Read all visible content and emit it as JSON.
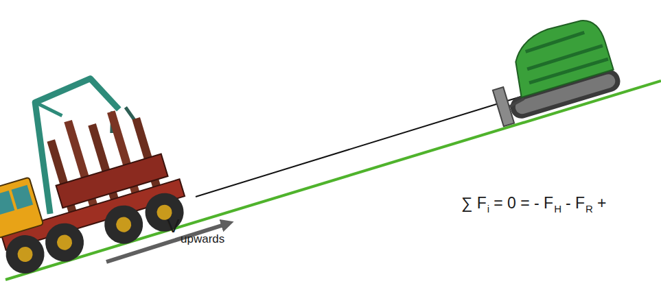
{
  "diagram": {
    "labels": [
      "V",
      "upwards",
      "∑ F",
      "i",
      "= 0 = - F",
      "H",
      "- F",
      "R",
      "+"
    ]
  }
}
